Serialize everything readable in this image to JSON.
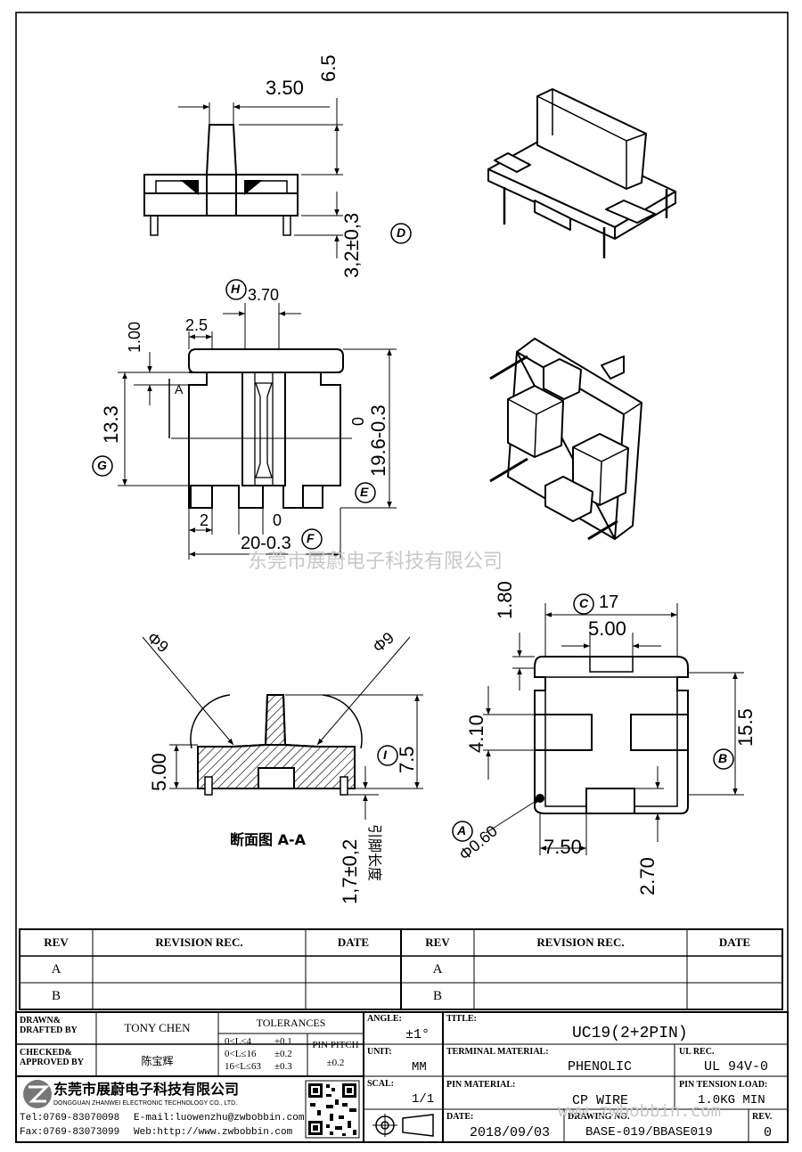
{
  "watermark": "东莞市展蔚电子科技有限公司",
  "watermark_url": "www.zwbobbin.com",
  "dimensions": {
    "side_width": "3.50",
    "side_height": "6.5",
    "side_pin": "3,2±0,3",
    "side_datum": "D",
    "top_h_label": "H",
    "top_slot": "3.70",
    "top_tab": "2.5",
    "top_edge": "1.00",
    "top_section": "A",
    "top_window": "13.3",
    "top_window_datum": "G",
    "top_right_zero": "0",
    "top_height": "19.6-0.3",
    "top_height_datum": "E",
    "top_bottom_tab": "2",
    "top_bottom_zero": "0",
    "top_width": "20-0.3",
    "top_width_datum": "F",
    "sec_radius_left": "Φ9",
    "sec_radius_right": "Φ9",
    "sec_height": "5.00",
    "sec_total": "7.5",
    "sec_datum": "I",
    "sec_pin": "1,7±0,2",
    "sec_pin_note": "引脚长度",
    "sec_title": "断面图 A-A",
    "bot_edge": "1.80",
    "bot_width_datum": "C",
    "bot_width": "17",
    "bot_slot": "5.00",
    "bot_gap": "4.10",
    "bot_height_datum": "B",
    "bot_height": "15.5",
    "bot_hole_datum": "A",
    "bot_hole": "Φ0.60",
    "bot_pitch": "7.50",
    "bot_offset": "2.70"
  },
  "revision": {
    "headers": [
      "REV",
      "REVISION REC.",
      "DATE",
      "REV",
      "REVISION REC.",
      "DATE"
    ],
    "rows": [
      [
        "A",
        "",
        "",
        "A",
        "",
        ""
      ],
      [
        "B",
        "",
        "",
        "B",
        "",
        ""
      ]
    ]
  },
  "title_block": {
    "drawn_label": "DRAWN&\nDRAFTED BY",
    "drawn_value": "TONY CHEN",
    "checked_label": "CHECKED&\nAPPROVED BY",
    "checked_value": "陈宝辉",
    "tolerances_label": "TOLERANCES",
    "tol_rows": [
      {
        "range": "0<L≤4",
        "tol": "±0.1"
      },
      {
        "range": "0<L≤16",
        "tol": "±0.2"
      },
      {
        "range": "16<L≤63",
        "tol": "±0.3"
      }
    ],
    "pin_pitch_label": "PIN PITCH",
    "pin_pitch_value": "±0.2",
    "angle_label": "ANGLE:",
    "angle_value": "±1°",
    "unit_label": "UNIT:",
    "unit_value": "MM",
    "scale_label": "SCAL:",
    "scale_value": "1/1",
    "title_label": "TITLE:",
    "title_value": "UC19(2+2PIN)",
    "terminal_label": "TERMINAL MATERIAL:",
    "terminal_value": "PHENOLIC",
    "ul_label": "UL REC.",
    "ul_value": "UL 94V-0",
    "pin_material_label": "PIN MATERIAL:",
    "pin_material_value": "CP WIRE",
    "pin_tension_label": "PIN TENSION LOAD:",
    "pin_tension_value": "1.0KG MIN",
    "date_label": "DATE:",
    "date_value": "2018/09/03",
    "drawing_label": "DRAWING NO.",
    "drawing_value": "BASE-019/BBASE019",
    "rev_label": "REV.",
    "rev_value": "0"
  },
  "company": {
    "name_cn": "东莞市展蔚电子科技有限公司",
    "name_en": "DONGGUAN ZHANWEI ELECTRONIC TECHNOLOGY CO., LTD.",
    "tel": "Tel:0769-83070098",
    "email": "E-mail:luowenzhu@zwbobbin.com",
    "fax": "Fax:0769-83073099",
    "web": "Web:http://www.zwbobbin.com",
    "logo_letters": "ZW"
  }
}
